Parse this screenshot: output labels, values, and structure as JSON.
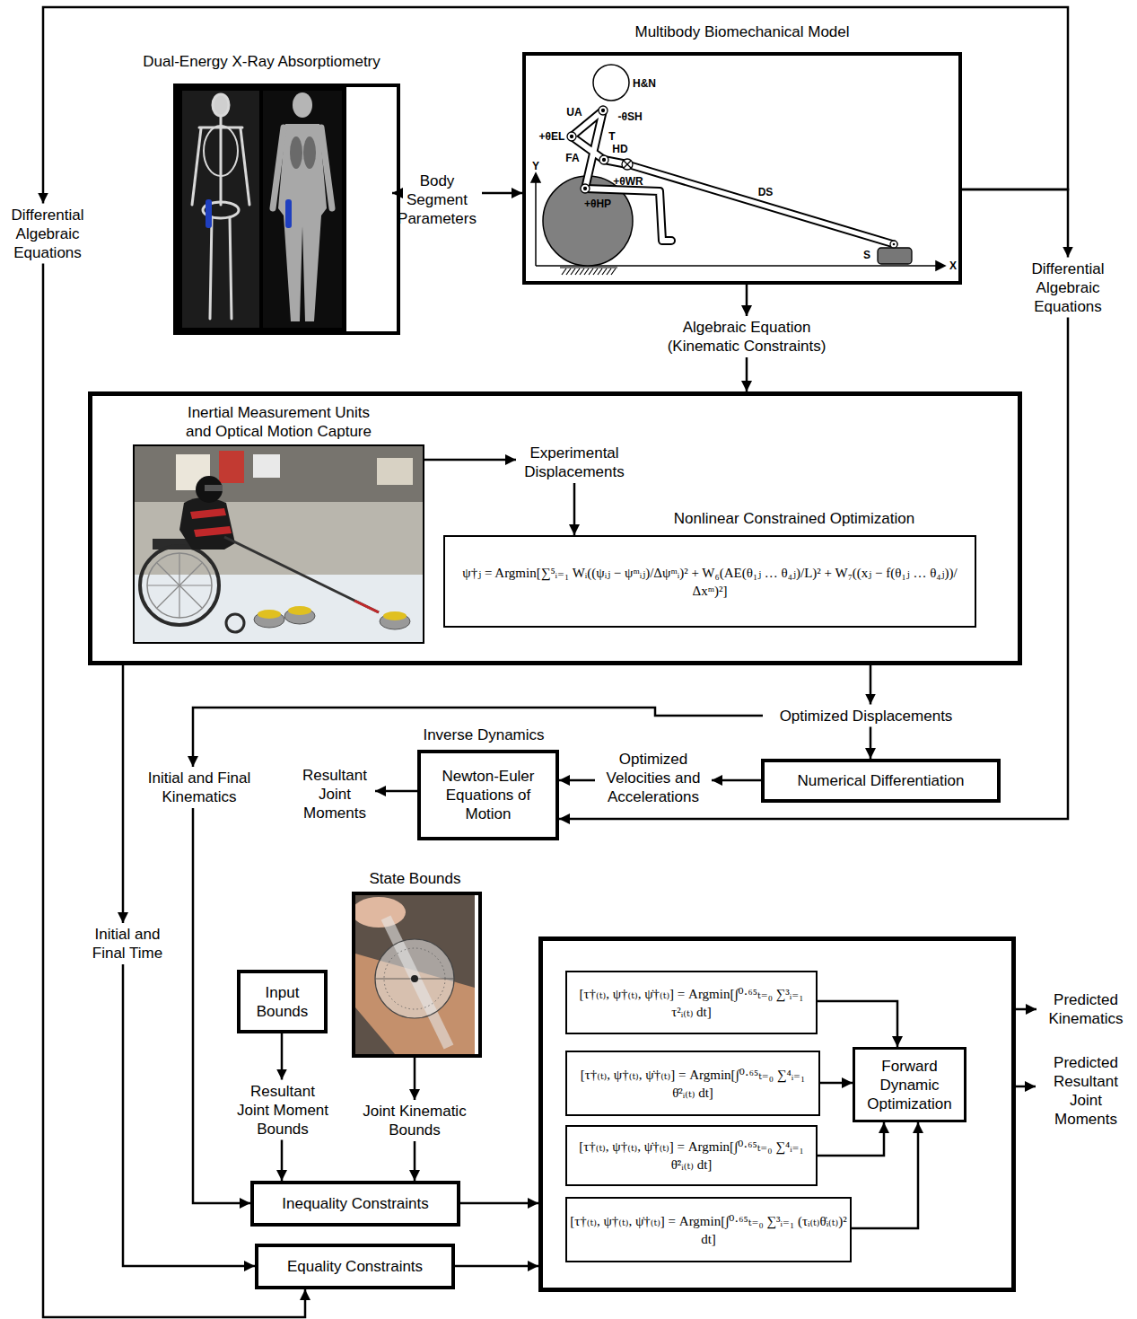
{
  "diagram": {
    "nodes": [
      {
        "text": [
          "Dual-Energy X-Ray Absorptiometry"
        ]
      },
      {
        "text": [
          "Body Segment Parameters"
        ]
      },
      {
        "text": [
          "Multibody Biomechanical Model"
        ]
      },
      {
        "text": [
          "Differential Algebraic Equations"
        ]
      },
      {
        "text": [
          "Differential Algebraic Equations"
        ]
      },
      {
        "text": [
          "Algebraic Equation (Kinematic Constraints)"
        ]
      },
      {
        "text": []
      },
      {
        "text": [
          "Inertial Measurement Units and Optical Motion Capture"
        ],
        "in": 6
      },
      {
        "text": [
          "Experimental Displacements"
        ],
        "in": 6
      },
      {
        "text": [
          "Nonlinear Constrained Optimization",
          "ψ†ⱼ = Argmin[∑⁵ᵢ₌₁ Wᵢ((ψᵢⱼ − ψᵐᵢⱼ)/Δψᵐᵢ)² + W₆(AE(θ₁ⱼ … θ₄ⱼ)/L)² + W₇((xⱼ − f(θ₁ⱼ … θ₄ⱼ))/Δxᵐ)²]"
        ],
        "in": 6
      },
      {
        "text": [
          "Optimized Displacements"
        ]
      },
      {
        "text": [
          "Numerical Differentiation"
        ]
      },
      {
        "text": [
          "Optimized Velocities and Accelerations"
        ]
      },
      {
        "text": [
          "Inverse Dynamics",
          "Newton-Euler Equations of Motion"
        ]
      },
      {
        "text": [
          "Resultant Joint Moments"
        ]
      },
      {
        "text": [
          "Initial and Final Kinematics"
        ]
      },
      {
        "text": [
          "Initial and Final Time"
        ]
      },
      {
        "text": [
          "Input Bounds"
        ]
      },
      {
        "text": [
          "State Bounds"
        ]
      },
      {
        "text": [
          "Resultant Joint Moment Bounds"
        ]
      },
      {
        "text": [
          "Joint Kinematic Bounds"
        ]
      },
      {
        "text": [
          "Inequality Constraints"
        ]
      },
      {
        "text": [
          "Equality Constraints"
        ]
      },
      {
        "text": []
      },
      {
        "text": [
          "[τ†₍ₜ₎, ψ†₍ₜ₎, ψ̇†₍ₜ₎] = Argmin[∫⁰·⁶⁵ₜ₌₀ ∑³ᵢ₌₁ τ²ᵢ₍ₜ₎ dt]"
        ],
        "in": 23
      },
      {
        "text": [
          "[τ†₍ₜ₎, ψ†₍ₜ₎, ψ̇†₍ₜ₎] = Argmin[∫⁰·⁶⁵ₜ₌₀ ∑⁴ᵢ₌₁ θ̇²ᵢ₍ₜ₎ dt]"
        ],
        "in": 23
      },
      {
        "text": [
          "[τ†₍ₜ₎, ψ†₍ₜ₎, ψ̇†₍ₜ₎] = Argmin[∫⁰·⁶⁵ₜ₌₀ ∑⁴ᵢ₌₁ θ̈²ᵢ₍ₜ₎ dt]"
        ],
        "in": 23
      },
      {
        "text": [
          "[τ†₍ₜ₎, ψ†₍ₜ₎, ψ̇†₍ₜ₎] = Argmin[∫⁰·⁶⁵ₜ₌₀ ∑³ᵢ₌₁ (τᵢ₍ₜ₎θ̇ᵢ₍ₜ₎)² dt]"
        ],
        "in": 23
      },
      {
        "text": [
          "Forward Dynamic Optimization"
        ],
        "in": 23
      },
      {
        "text": [
          "Predicted Kinematics"
        ]
      },
      {
        "text": [
          "Predicted Resultant Joint Moments"
        ]
      }
    ],
    "edges": [
      {
        "from": 0,
        "to": 1,
        "arrow": "to"
      },
      {
        "from": 1,
        "to": 2,
        "arrow": "to"
      },
      {
        "from": 2,
        "to": 3,
        "arrow": "to"
      },
      {
        "from": 2,
        "to": 4,
        "arrow": "to"
      },
      {
        "from": 2,
        "to": 5,
        "arrow": "to"
      },
      {
        "from": 5,
        "to": 6,
        "arrow": "to"
      },
      {
        "from": 7,
        "to": 8,
        "arrow": "to"
      },
      {
        "from": 8,
        "to": 9,
        "arrow": "to"
      },
      {
        "from": 6,
        "to": 10,
        "arrow": "to"
      },
      {
        "from": 10,
        "to": 11,
        "arrow": "to"
      },
      {
        "from": 11,
        "to": 12,
        "arrow": "to"
      },
      {
        "from": 12,
        "to": 13,
        "arrow": "to"
      },
      {
        "from": 13,
        "to": 14,
        "arrow": "to"
      },
      {
        "from": 10,
        "to": 15,
        "arrow": "to"
      },
      {
        "from": 6,
        "to": 16,
        "arrow": "to"
      },
      {
        "from": 15,
        "to": 21,
        "arrow": "to"
      },
      {
        "from": 16,
        "to": 22,
        "arrow": "to"
      },
      {
        "from": 17,
        "to": 19,
        "arrow": "to"
      },
      {
        "from": 19,
        "to": 21,
        "arrow": "to"
      },
      {
        "from": 18,
        "to": 20,
        "arrow": "to"
      },
      {
        "from": 20,
        "to": 21,
        "arrow": "to"
      },
      {
        "from": 21,
        "to": 23,
        "arrow": "to"
      },
      {
        "from": 22,
        "to": 23,
        "arrow": "to"
      },
      {
        "from": 24,
        "to": 28,
        "arrow": "to"
      },
      {
        "from": 25,
        "to": 28,
        "arrow": "to"
      },
      {
        "from": 26,
        "to": 28,
        "arrow": "to"
      },
      {
        "from": 27,
        "to": 28,
        "arrow": "to"
      },
      {
        "from": 23,
        "to": 29,
        "arrow": "to"
      },
      {
        "from": 23,
        "to": 30,
        "arrow": "to"
      },
      {
        "from": 3,
        "to": 22,
        "arrow": "to"
      },
      {
        "from": 4,
        "to": 13,
        "arrow": "to"
      }
    ],
    "labels": [
      "H&N",
      "UA",
      "-θSH",
      "+θEL",
      "T",
      "HD",
      "FA",
      "+θWR",
      "+θHP",
      "DS",
      "Y",
      "S",
      "X"
    ]
  }
}
